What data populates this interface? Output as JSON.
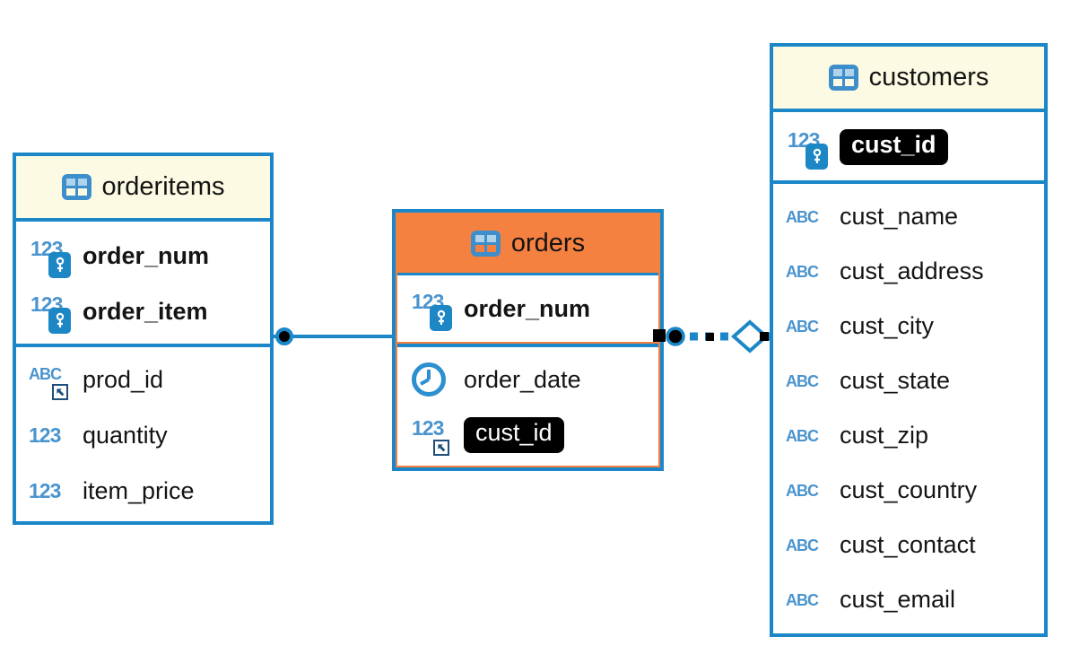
{
  "colors": {
    "entity_border_blue": "#1B87C8",
    "icon_blue": "#4A94CE",
    "header_cream": "#FCFAE2",
    "selected_orange": "#F58140",
    "highlight_bg": "#000000",
    "highlight_text": "#FFFFFF",
    "canvas_bg": "#FFFFFF"
  },
  "icons": {
    "number_glyph": "123",
    "text_glyph": "ABC",
    "key_icon": "primary-key",
    "ref_icon": "foreign-key-reference",
    "clock_icon": "datetime-type",
    "table_icon": "table-grid",
    "many_end": "filled-circle",
    "one_end": "open-diamond"
  },
  "tables": [
    {
      "title": "orderitems",
      "selected": false,
      "primary_key_columns": [
        {
          "name": "order_num",
          "type": "number",
          "key": true
        },
        {
          "name": "order_item",
          "type": "number",
          "key": true
        }
      ],
      "columns": [
        {
          "name": "prod_id",
          "type": "text",
          "foreign_key": true
        },
        {
          "name": "quantity",
          "type": "number"
        },
        {
          "name": "item_price",
          "type": "number"
        }
      ]
    },
    {
      "title": "orders",
      "selected": true,
      "primary_key_columns": [
        {
          "name": "order_num",
          "type": "number",
          "key": true
        }
      ],
      "columns": [
        {
          "name": "order_date",
          "type": "datetime"
        },
        {
          "name": "cust_id",
          "type": "number",
          "foreign_key": true,
          "highlighted": true
        }
      ]
    },
    {
      "title": "customers",
      "selected": false,
      "primary_key_columns": [
        {
          "name": "cust_id",
          "type": "number",
          "key": true,
          "highlighted": true
        }
      ],
      "columns": [
        {
          "name": "cust_name",
          "type": "text"
        },
        {
          "name": "cust_address",
          "type": "text"
        },
        {
          "name": "cust_city",
          "type": "text"
        },
        {
          "name": "cust_state",
          "type": "text"
        },
        {
          "name": "cust_zip",
          "type": "text"
        },
        {
          "name": "cust_country",
          "type": "text"
        },
        {
          "name": "cust_contact",
          "type": "text"
        },
        {
          "name": "cust_email",
          "type": "text"
        }
      ]
    }
  ],
  "relationships": [
    {
      "from": "orderitems",
      "to": "orders",
      "style": "solid",
      "selected": false
    },
    {
      "from": "orders",
      "to": "customers",
      "style": "dashed",
      "selected": true
    }
  ]
}
